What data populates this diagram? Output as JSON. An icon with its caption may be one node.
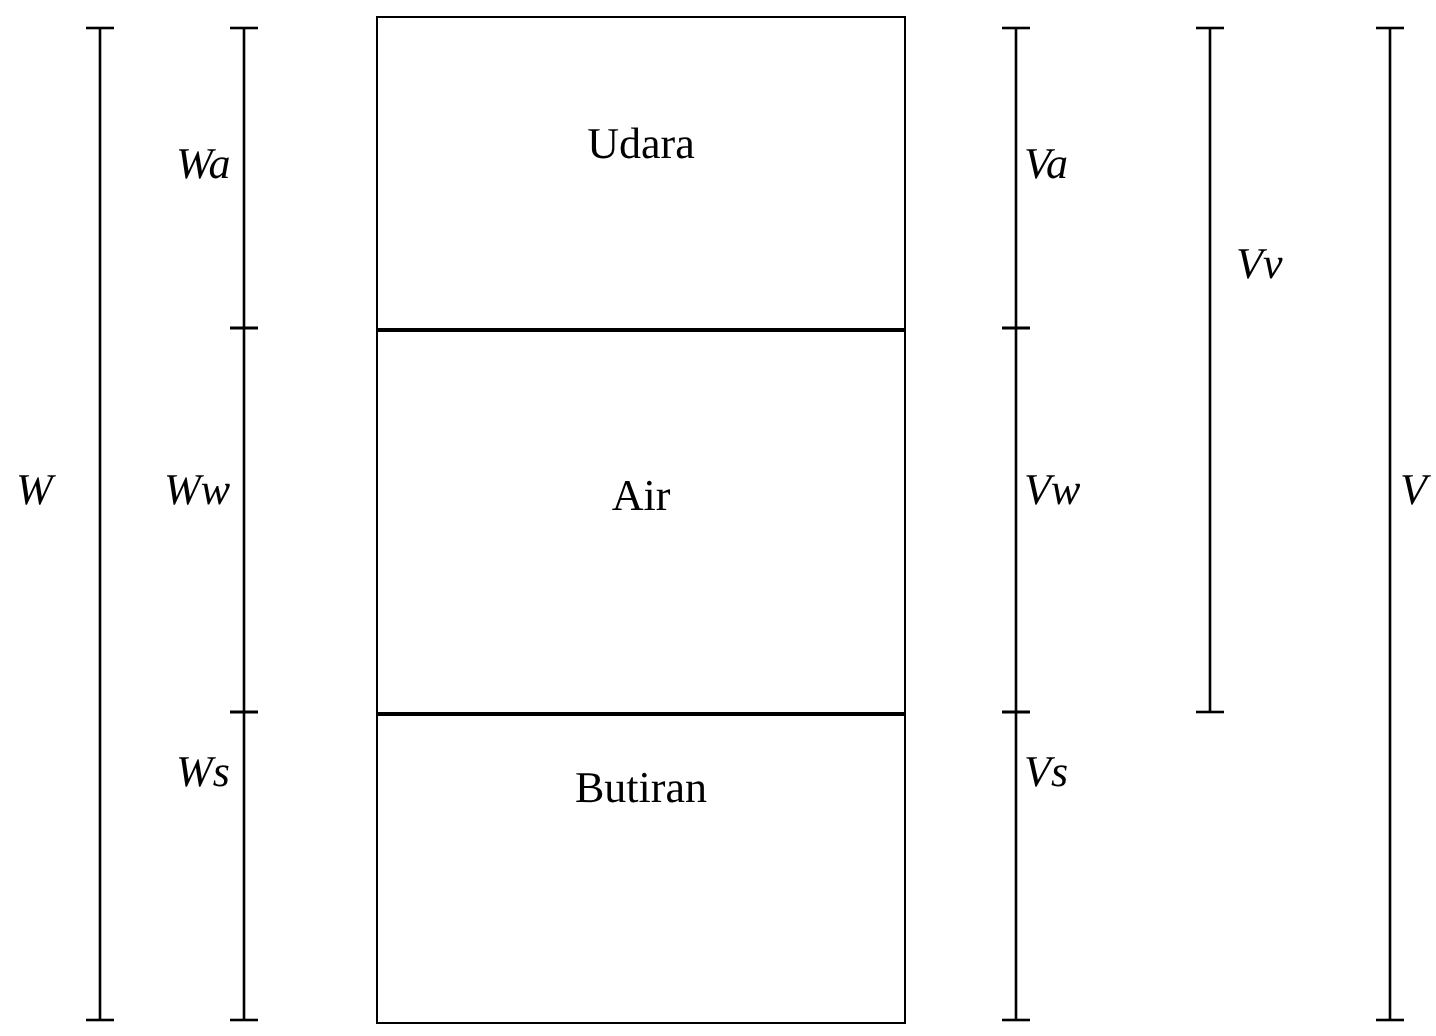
{
  "diagram": {
    "nodes": [
      {
        "text": [
          "Udara"
        ]
      },
      {
        "text": [
          "Air"
        ]
      },
      {
        "text": [
          "Butiran"
        ]
      }
    ],
    "labels": [
      "Wa",
      "Va",
      "Vv",
      "W",
      "Ww",
      "Vw",
      "V",
      "Ws",
      "Vs"
    ]
  }
}
